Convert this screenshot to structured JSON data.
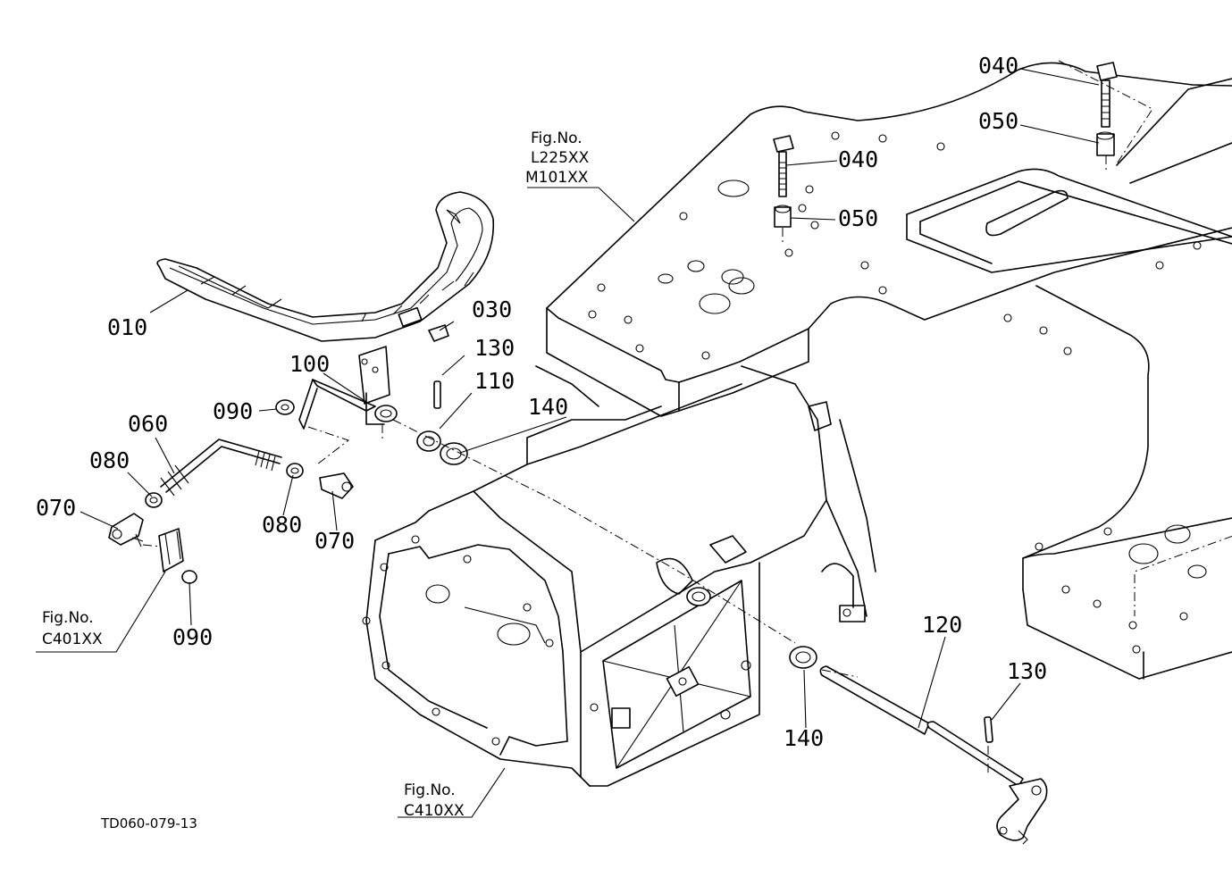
{
  "diagram_code": "TD060-079-13",
  "callouts": {
    "p010": "010",
    "p030": "030",
    "p040a": "040",
    "p040b": "040",
    "p050a": "050",
    "p050b": "050",
    "p060": "060",
    "p070a": "070",
    "p070b": "070",
    "p080a": "080",
    "p080b": "080",
    "p090a": "090",
    "p090b": "090",
    "p100": "100",
    "p110": "110",
    "p120": "120",
    "p130a": "130",
    "p130b": "130",
    "p140a": "140",
    "p140b": "140"
  },
  "fig_refs": {
    "platform": {
      "label": "Fig.No.",
      "codes": [
        "L225XX",
        "M101XX"
      ]
    },
    "left": {
      "label": "Fig.No.",
      "code": "C401XX"
    },
    "transmission": {
      "label": "Fig.No.",
      "code": "C410XX"
    }
  }
}
